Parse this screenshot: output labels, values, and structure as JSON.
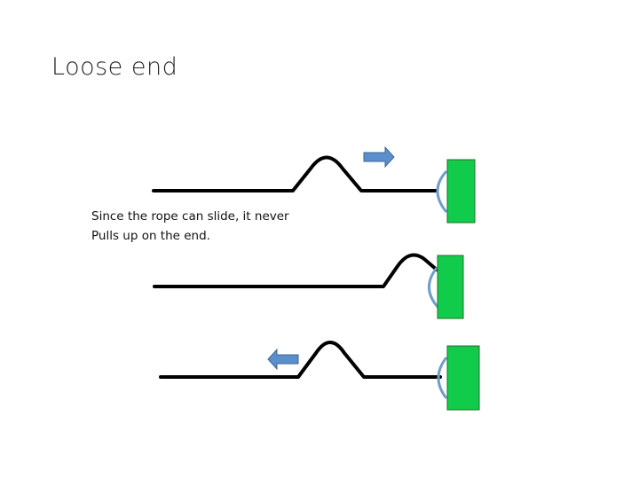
{
  "slide": {
    "title": "Loose end"
  },
  "caption": {
    "line1": "Since the rope can slide, it never",
    "line2": "Pulls up on the end."
  },
  "colors": {
    "rope": "#000000",
    "post": "#11cc4a",
    "post_border": "#2a6a2a",
    "ring": "#6f9fc9",
    "arrow": "#5b8fcc",
    "arrow_border": "#3c6694"
  },
  "arrows": {
    "top": "right",
    "bottom": "left"
  }
}
